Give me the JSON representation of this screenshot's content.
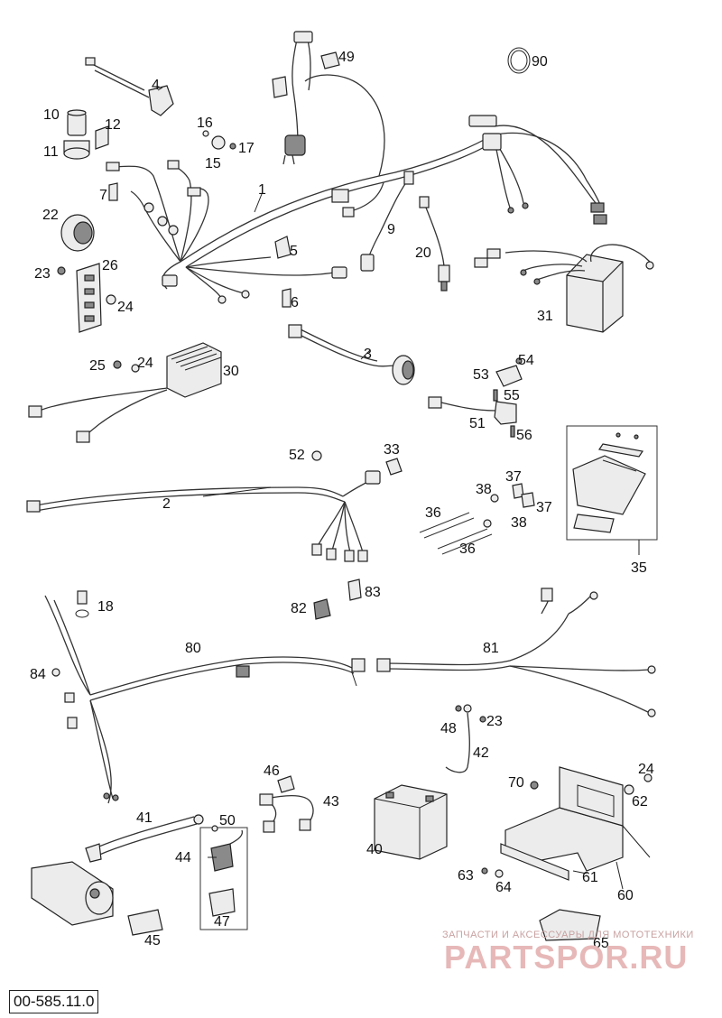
{
  "callouts": {
    "p1": "1",
    "p2": "2",
    "p3": "3",
    "p4": "4",
    "p5": "5",
    "p6": "6",
    "p7": "7",
    "p9": "9",
    "p10": "10",
    "p11": "11",
    "p12": "12",
    "p15": "15",
    "p16": "16",
    "p17": "17",
    "p18": "18",
    "p20": "20",
    "p22": "22",
    "p23a": "23",
    "p23b": "23",
    "p24a": "24",
    "p24b": "24",
    "p24c": "24",
    "p25": "25",
    "p26": "26",
    "p30": "30",
    "p31": "31",
    "p33": "33",
    "p35": "35",
    "p36a": "36",
    "p36b": "36",
    "p37a": "37",
    "p37b": "37",
    "p38a": "38",
    "p38b": "38",
    "p40": "40",
    "p41": "41",
    "p42": "42",
    "p43": "43",
    "p44": "44",
    "p45": "45",
    "p46": "46",
    "p47": "47",
    "p48": "48",
    "p49": "49",
    "p50": "50",
    "p51": "51",
    "p52": "52",
    "p53": "53",
    "p54": "54",
    "p55": "55",
    "p56": "56",
    "p60": "60",
    "p61": "61",
    "p62": "62",
    "p63": "63",
    "p64": "64",
    "p65": "65",
    "p70": "70",
    "p80": "80",
    "p81": "81",
    "p82": "82",
    "p83": "83",
    "p84": "84",
    "p90": "90"
  },
  "reference_code": "00-585.11.0",
  "watermark": {
    "caption": "ЗАПЧАСТИ И АКСЕССУАРЫ ДЛЯ МОТОТЕХНИКИ",
    "brand": "PARTSPOR.RU"
  }
}
